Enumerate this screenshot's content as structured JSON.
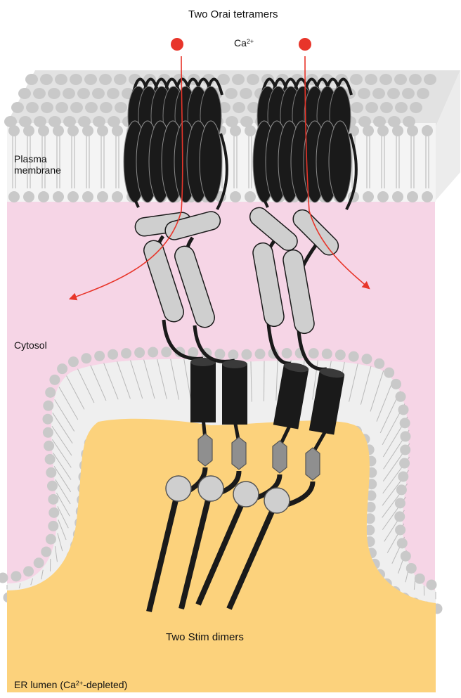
{
  "labels": {
    "top_title": "Two Orai tetramers",
    "calcium": "Ca",
    "calcium_sup": "2+",
    "plasma_line1": "Plasma",
    "plasma_line2": "membrane",
    "cytosol": "Cytosol",
    "stim_label": "Two Stim dimers",
    "er_prefix": "ER lumen (Ca",
    "er_sup": "2+",
    "er_suffix": "-depleted)"
  },
  "colors": {
    "background": "#ffffff",
    "cytosol": "#f6d5e6",
    "er_lumen": "#fcd27c",
    "membrane_head": "#c9c9c9",
    "membrane_face": "#f3f3f3",
    "protein_dark": "#1a1a1a",
    "protein_light": "#cfcfcf",
    "protein_mid": "#8f8f8f",
    "calcium": "#e8352a"
  }
}
